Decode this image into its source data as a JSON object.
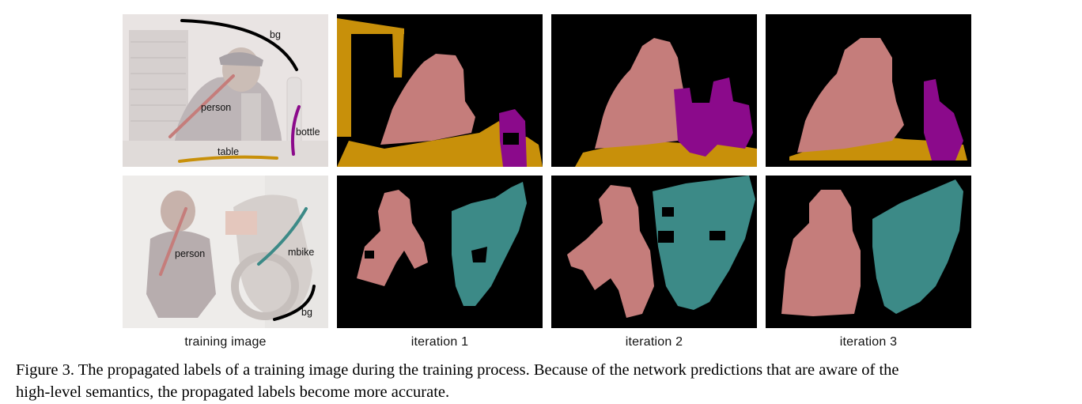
{
  "column_labels": [
    "training image",
    "iteration 1",
    "iteration 2",
    "iteration 3"
  ],
  "row1_scribbles": [
    "bg",
    "person",
    "bottle",
    "table"
  ],
  "row2_scribbles": [
    "person",
    "mbike",
    "bg"
  ],
  "caption": {
    "line1": "Figure 3. The propagated labels of a training image during the training process. Because of the network predictions that are aware of the",
    "line2": "high-level semantics, the propagated labels become more accurate."
  },
  "colors": {
    "person": "#c57d7b",
    "table": "#c8900a",
    "bottle": "#8b0a8b",
    "mbike": "#3c8a87",
    "background": "#000000"
  }
}
